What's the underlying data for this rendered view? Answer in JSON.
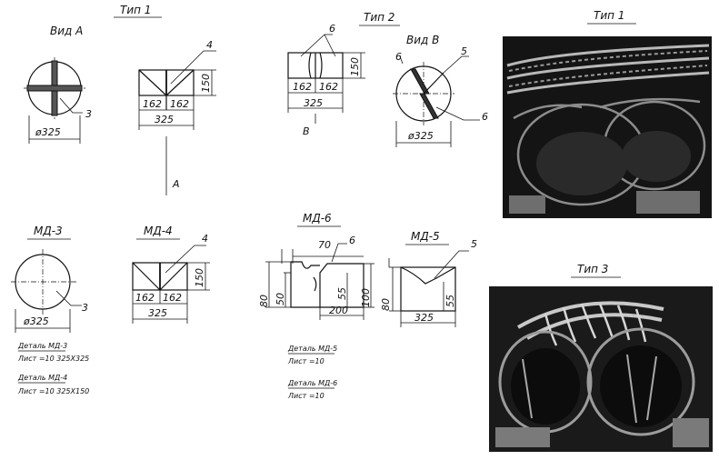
{
  "drawing": {
    "labels": {
      "tip1": "Тип 1",
      "vid_a": "Вид А",
      "tip2": "Тип 2",
      "vid_v": "Вид В",
      "section_a": "А",
      "section_v": "В",
      "md3": "МД-3",
      "md4": "МД-4",
      "md6": "МД-6",
      "md5": "МД-5"
    },
    "dimensions": {
      "d325": "ø325",
      "w325": "325",
      "w162": "162",
      "h150": "150",
      "h80": "80",
      "h50": "50",
      "h55": "55",
      "h100": "100",
      "w200": "200",
      "w70": "70"
    },
    "callouts": {
      "n3": "3",
      "n4": "4",
      "n5": "5",
      "n6": "6"
    },
    "notes": {
      "md3_title": "Деталь МД-3",
      "md3_sheet": "Лист =10   325Х325",
      "md4_title": "Деталь МД-4",
      "md4_sheet": "Лист =10   325Х150",
      "md5_title": "Деталь МД-5",
      "md5_sheet": "Лист =10",
      "md6_title": "Деталь МД-6",
      "md6_sheet": "Лист =10"
    },
    "photos": {
      "photo1_title": "Тип 1",
      "photo2_title": "Тип 3"
    }
  }
}
